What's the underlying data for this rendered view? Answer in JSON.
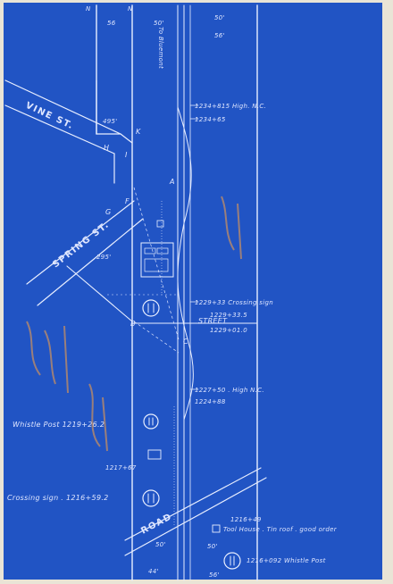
{
  "colors": {
    "paper": "#e9e4d6",
    "blueprint": "#2357c9",
    "line": "#e8eeff",
    "pencil": "#b98a6a"
  },
  "top": {
    "dim_left": "56",
    "dim_right": "50'",
    "dim_right2": "56'",
    "to_bluemont": "To Bluemont",
    "letter_n1": "N",
    "letter_n2": "N"
  },
  "streets": {
    "vine": "VINE ST.",
    "spring": "SPRING ST.",
    "street": "STREET",
    "road": "ROAD"
  },
  "points": {
    "a": "A",
    "b": "B",
    "c": "C",
    "f": "F",
    "g": "G",
    "h": "H",
    "i": "I",
    "k": "K"
  },
  "stations": {
    "s1": "1234+815  High. N.C.",
    "s2": "1234+65",
    "s3": "1229+33  Crossing sign",
    "s4": "1229+33.5",
    "s5": "1229+01.0",
    "s6": "1227+50 . High N.C.",
    "s7": "1224+88",
    "s8": "1217+67",
    "s9": "1216+49",
    "s10": "1216+092 Whistle Post"
  },
  "whistle_post": "Whistle Post  1219+26.2",
  "crossing_sign": "Crossing sign . 1216+59.2",
  "tool_house": "Tool House . Tin roof . good order",
  "small_dims": {
    "d1": "495'",
    "d2": "295'",
    "d3": "50'",
    "d4": "44'",
    "d5": "56'",
    "d6": "50'"
  }
}
